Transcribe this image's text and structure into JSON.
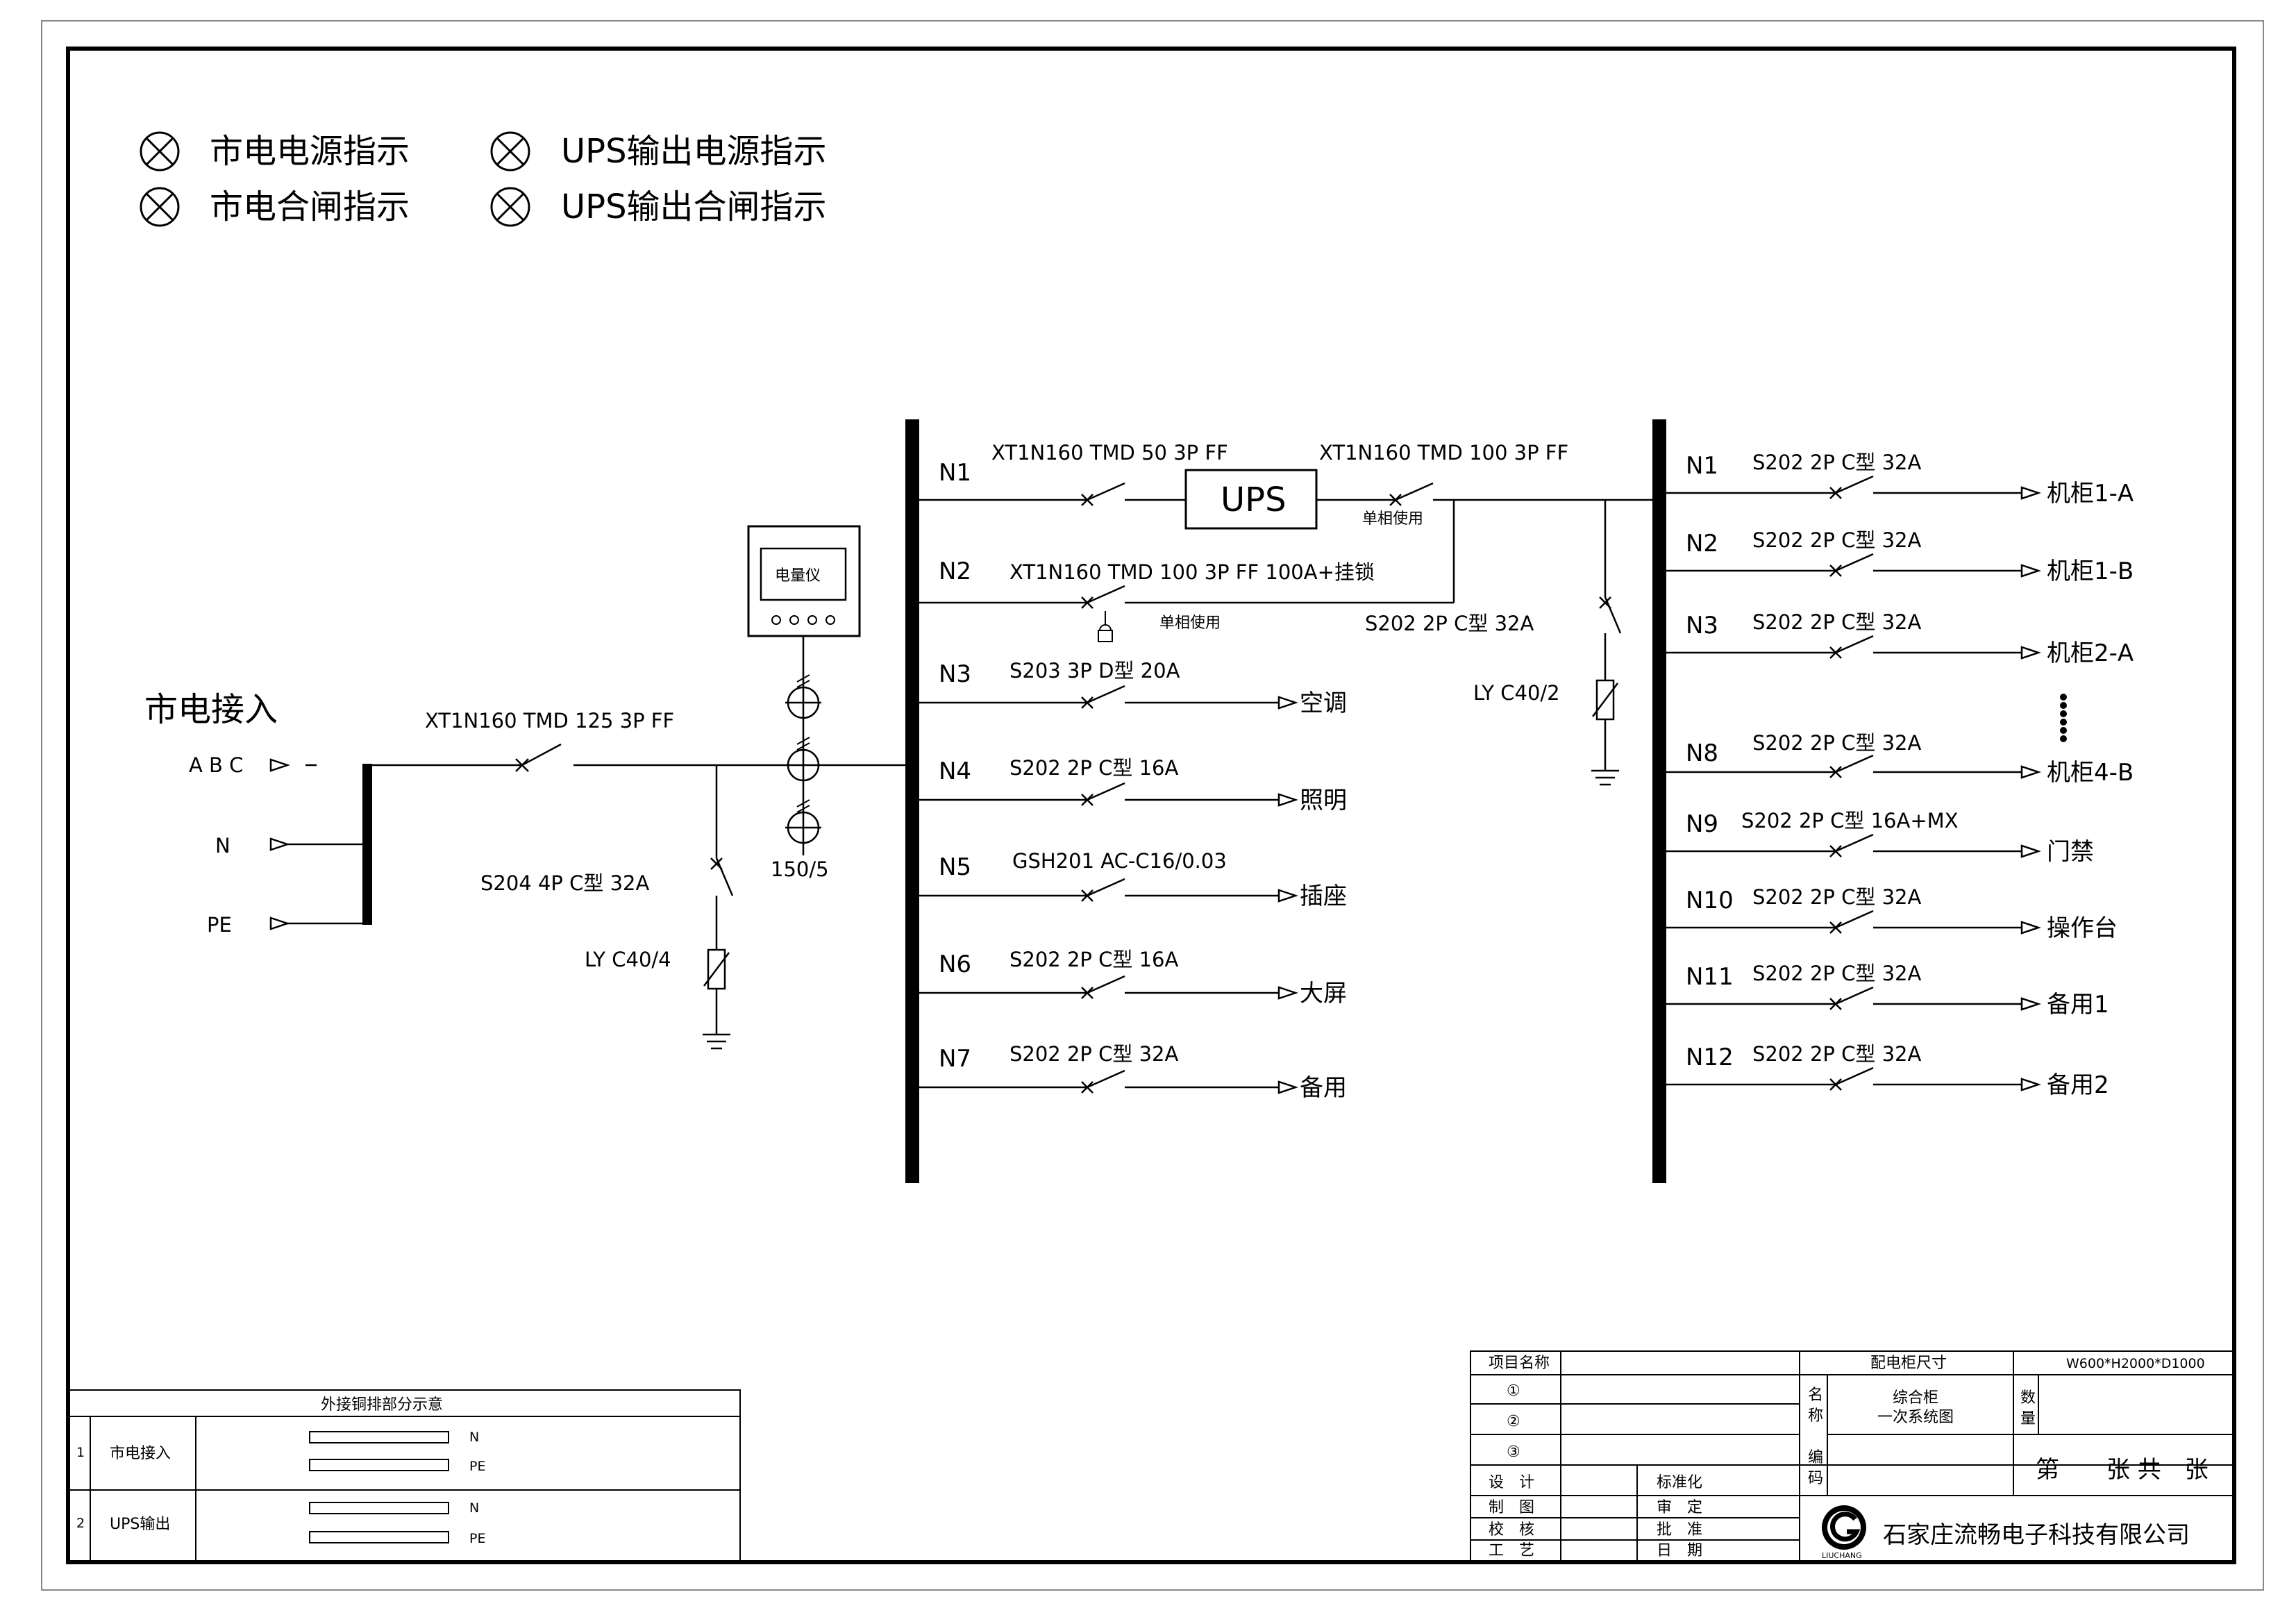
{
  "legend": {
    "items": [
      "市电电源指示",
      "UPS输出电源指示",
      "市电合闸指示",
      "UPS输出合闸指示"
    ]
  },
  "incoming": {
    "title": "市电接入",
    "abc_label": "A B C",
    "n_label": "N",
    "pe_label": "PE",
    "main_breaker": "XT1N160 TMD 125 3P FF",
    "spd_breaker": "S204 4P C型 32A",
    "spd": "LY C40/4",
    "meter": "电量仪",
    "ct_ratio": "150/5"
  },
  "left_bus": {
    "feeders": [
      {
        "id": "N1",
        "spec": "XT1N160 TMD 50 3P FF",
        "load": ""
      },
      {
        "id": "N2",
        "spec": "XT1N160 TMD 100 3P FF 100A+挂锁",
        "load": ""
      },
      {
        "id": "N3",
        "spec": "S203 3P D型 20A",
        "load": "空调"
      },
      {
        "id": "N4",
        "spec": "S202 2P C型 16A",
        "load": "照明"
      },
      {
        "id": "N5",
        "spec": "GSH201 AC-C16/0.03",
        "load": "插座"
      },
      {
        "id": "N6",
        "spec": "S202 2P C型 16A",
        "load": "大屏"
      },
      {
        "id": "N7",
        "spec": "S202 2P C型 32A",
        "load": "备用"
      }
    ],
    "n2_note": "单相使用"
  },
  "ups": {
    "label": "UPS",
    "output_breaker": "XT1N160 TMD 100 3P FF",
    "output_note": "单相使用",
    "spd_breaker": "S202 2P C型 32A",
    "spd": "LY C40/2"
  },
  "right_bus": {
    "feeders": [
      {
        "id": "N1",
        "spec": "S202 2P C型 32A",
        "load": "机柜1-A"
      },
      {
        "id": "N2",
        "spec": "S202 2P C型 32A",
        "load": "机柜1-B"
      },
      {
        "id": "N3",
        "spec": "S202 2P C型 32A",
        "load": "机柜2-A"
      },
      {
        "id": "N8",
        "spec": "S202 2P C型 32A",
        "load": "机柜4-B"
      },
      {
        "id": "N9",
        "spec": "S202 2P C型 16A+MX",
        "load": "门禁"
      },
      {
        "id": "N10",
        "spec": "S202 2P C型 32A",
        "load": "操作台"
      },
      {
        "id": "N11",
        "spec": "S202 2P C型 32A",
        "load": "备用1"
      },
      {
        "id": "N12",
        "spec": "S202 2P C型 32A",
        "load": "备用2"
      }
    ]
  },
  "copper_table": {
    "title": "外接铜排部分示意",
    "rows": [
      {
        "no": "1",
        "name": "市电接入",
        "n": "N",
        "pe": "PE"
      },
      {
        "no": "2",
        "name": "UPS输出",
        "n": "N",
        "pe": "PE"
      }
    ]
  },
  "title_block": {
    "project_label": "项目名称",
    "c1": "①",
    "c2": "②",
    "c3": "③",
    "design": "设　计",
    "draw": "制　图",
    "check": "校　核",
    "craft": "工　艺",
    "std": "标准化",
    "review": "审　定",
    "approve": "批　准",
    "date": "日　期",
    "size_label": "配电柜尺寸",
    "size_value": "W600*H2000*D1000",
    "name_label_1": "名",
    "name_label_2": "称",
    "name_value_1": "综合柜",
    "name_value_2": "一次系统图",
    "qty_label_1": "数",
    "qty_label_2": "量",
    "code_label_1": "编",
    "code_label_2": "码",
    "sheet_text": "第　　张 共　张",
    "company": "石家庄流畅电子科技有限公司",
    "logo_text": "LIUCHANG"
  }
}
